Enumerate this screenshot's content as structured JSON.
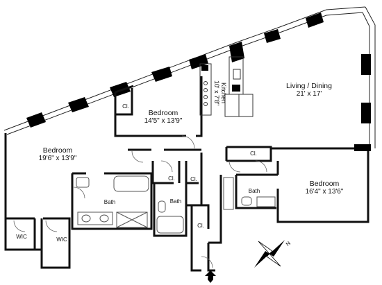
{
  "rooms": {
    "living_dining": {
      "name": "Living / Dining",
      "dims": "21' x 17'"
    },
    "bedroom_center": {
      "name": "Bedroom",
      "dims": "14'5\" x 13'9\""
    },
    "bedroom_master": {
      "name": "Bedroom",
      "dims": "19'6\" x 13'9\""
    },
    "bedroom_right": {
      "name": "Bedroom",
      "dims": "16'4\" x 13'6\""
    },
    "kitchen": {
      "name": "Kitchen",
      "dims": "10' x 7'8\""
    }
  },
  "labels": {
    "bath_master": "Bath",
    "bath_center": "Bath",
    "bath_right": "Bath",
    "closet_bedroom": "Cl.",
    "closet_hall_a": "Cl.",
    "closet_hall_b": "Cl.",
    "closet_entry": "Cl.",
    "closet_right_bedroom": "Cl.",
    "wic_left": "WIC",
    "wic_right": "WIC",
    "compass_north": "N"
  },
  "colors": {
    "wall": "#000000",
    "line": "#222222",
    "fixture": "#555555",
    "background": "#ffffff"
  }
}
